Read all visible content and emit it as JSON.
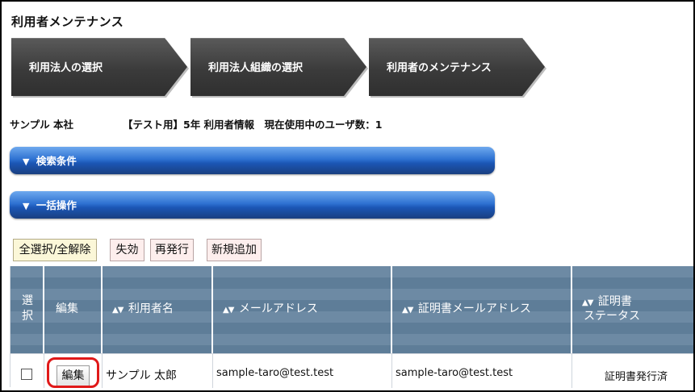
{
  "page_title": "利用者メンテナンス",
  "steps": [
    {
      "label": "利用法人の選択"
    },
    {
      "label": "利用法人組織の選択"
    },
    {
      "label": "利用者のメンテナンス"
    }
  ],
  "info": {
    "company": "サンプル 本社",
    "detail": "【テスト用】5年 利用者情報　現在使用中のユーザ数：1"
  },
  "panels": {
    "search": {
      "arrow": "▼",
      "label": "検索条件"
    },
    "bulk": {
      "arrow": "▼",
      "label": "一括操作"
    }
  },
  "buttons": {
    "select_all": "全選択/全解除",
    "disable": "失効",
    "reissue": "再発行",
    "add_new": "新規追加"
  },
  "table": {
    "sort_icon": "▲▼",
    "headers": {
      "select_line1": "選",
      "select_line2": "択",
      "edit": "編集",
      "user_name": "利用者名",
      "email": "メールアドレス",
      "cert_email": "証明書メールアドレス",
      "cert_status_line1": "証明書",
      "cert_status_line2": "ステータス"
    },
    "rows": [
      {
        "edit_label": "編集",
        "user_name": "サンプル 太郎",
        "email": "sample-taro@test.test",
        "cert_email": "sample-taro@test.test",
        "cert_status": "証明書発行済"
      }
    ]
  },
  "colors": {
    "highlight": "#e01919",
    "panel_blue": "#2f72d2",
    "step_dark": "#3b3b3b",
    "header_blue": "#6d8aa4"
  }
}
